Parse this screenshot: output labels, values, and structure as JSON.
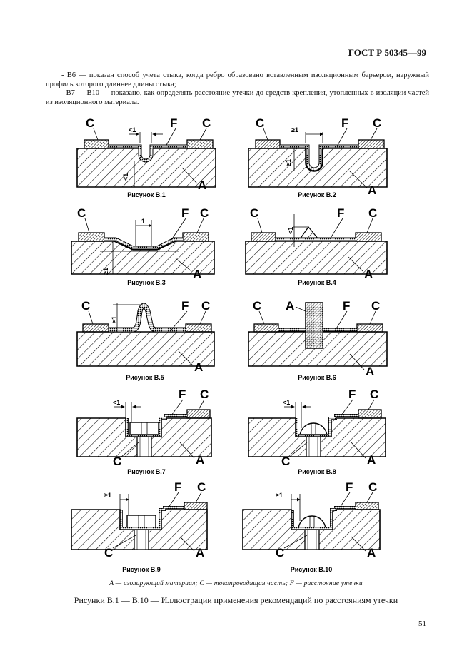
{
  "header": "ГОСТ Р 50345—99",
  "paragraphs": [
    "- В6 — показан способ учета стыка, когда ребро образовано вставленным изоляционным барьером, наружный профиль которого длиннее длины стыка;",
    "- В7 — В10 — показано, как определять расстояние утечки до средств крепления, утопленных в изоляции частей из изоляционного материала."
  ],
  "figures": [
    {
      "caption": "Рисунок В.1",
      "labels": [
        "C",
        "F",
        "C",
        "A"
      ],
      "dims": [
        "<1",
        "<1"
      ]
    },
    {
      "caption": "Рисунок В.2",
      "labels": [
        "C",
        "F",
        "C",
        "A"
      ],
      "dims": [
        "≥1",
        "≥1"
      ]
    },
    {
      "caption": "Рисунок В.3",
      "labels": [
        "C",
        "F",
        "C",
        "A"
      ],
      "dims": [
        "1",
        "≥1"
      ]
    },
    {
      "caption": "Рисунок В.4",
      "labels": [
        "C",
        "F",
        "C",
        "A"
      ],
      "dims": [
        "<1"
      ]
    },
    {
      "caption": "Рисунок В.5",
      "labels": [
        "C",
        "F",
        "C",
        "A"
      ],
      "dims": [
        "≥1"
      ]
    },
    {
      "caption": "Рисунок В.6",
      "labels": [
        "C",
        "A",
        "F",
        "C",
        "A"
      ],
      "dims": []
    },
    {
      "caption": "Рисунок В.7",
      "labels": [
        "F",
        "C",
        "C",
        "A"
      ],
      "dims": [
        "<1"
      ]
    },
    {
      "caption": "Рисунок В.8",
      "labels": [
        "F",
        "C",
        "C",
        "A"
      ],
      "dims": [
        "<1"
      ]
    },
    {
      "caption": "Рисунок В.9",
      "labels": [
        "F",
        "C",
        "C",
        "A"
      ],
      "dims": [
        "≥1"
      ]
    },
    {
      "caption": "Рисунок В.10",
      "labels": [
        "F",
        "C",
        "C",
        "A"
      ],
      "dims": [
        "≥1"
      ]
    }
  ],
  "legend": "A — изолирующий материал; C — токопроводящая часть; F — расстояние утечки",
  "main_caption": "Рисунки В.1 — В.10 — Иллюстрации применения рекомендаций по расстояниям утечки",
  "page_number": "51"
}
